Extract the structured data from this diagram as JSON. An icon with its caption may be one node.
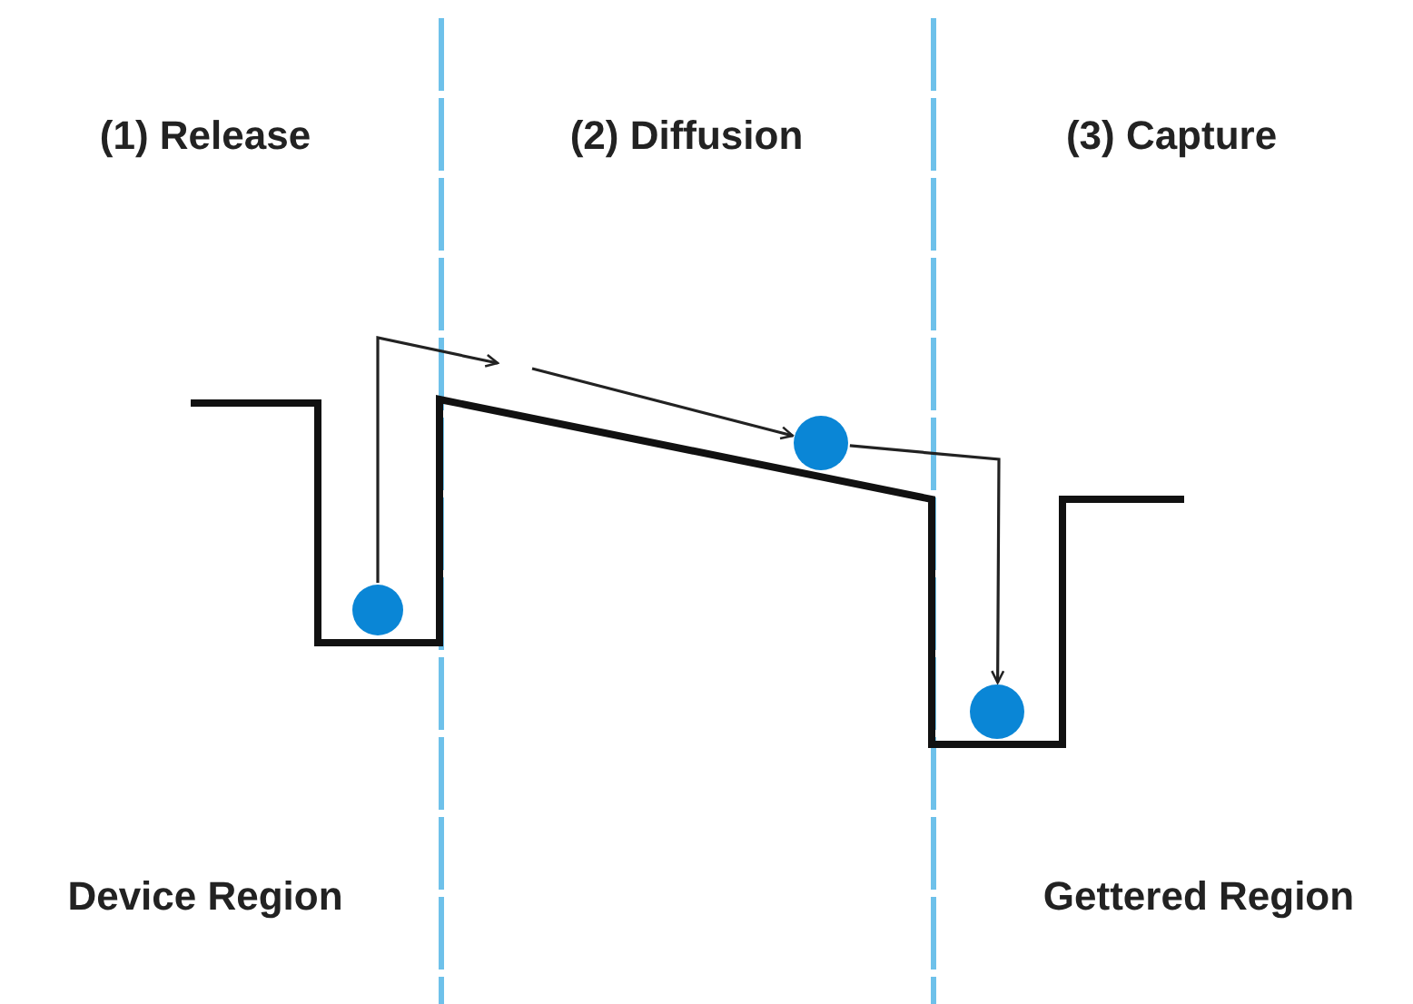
{
  "diagram": {
    "nodes": [
      {
        "text": [],
        "shape": "circle"
      },
      {
        "text": [],
        "shape": "circle"
      },
      {
        "text": [],
        "shape": "circle"
      }
    ],
    "edges": [
      {
        "from": 0,
        "to": null,
        "arrow": "to"
      },
      {
        "from": null,
        "to": 1,
        "arrow": "to"
      },
      {
        "from": 1,
        "to": 2,
        "arrow": "to"
      }
    ],
    "labels": [
      "(1) Release",
      "(2) Diffusion",
      "(3) Capture",
      "Device Region",
      "Gettered Region"
    ]
  }
}
